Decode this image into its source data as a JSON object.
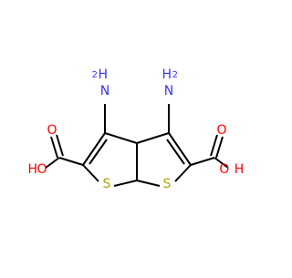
{
  "molecule": {
    "atoms": {
      "n_left": {
        "element": "N",
        "label": "N",
        "h_label": "H",
        "h_sub": "2"
      },
      "n_right": {
        "element": "N",
        "label": "N",
        "h_label": "H",
        "h_sub": "2"
      },
      "s_left": {
        "element": "S",
        "label": "S"
      },
      "s_right": {
        "element": "S",
        "label": "S"
      },
      "o_left_dbl": {
        "element": "O",
        "label": "O"
      },
      "o_right_dbl": {
        "element": "O",
        "label": "O"
      },
      "oh_left": {
        "element": "O",
        "label": "OH",
        "o_label": "O",
        "h_label": "H"
      },
      "oh_right": {
        "element": "O",
        "label": "OH",
        "o_label": "O",
        "h_label": "H"
      }
    },
    "colors": {
      "bond": "#000000",
      "nitrogen": "#3333ff",
      "oxygen": "#ff0000",
      "sulfur": "#b3a300"
    }
  }
}
